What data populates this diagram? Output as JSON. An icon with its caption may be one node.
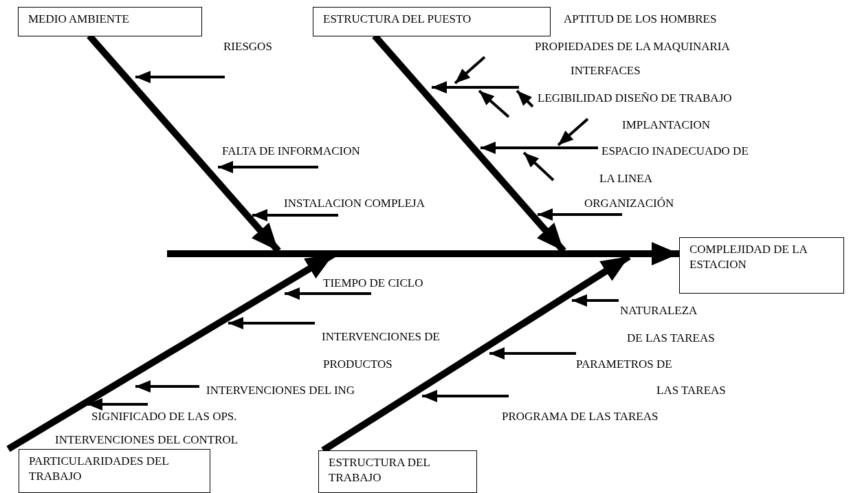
{
  "diagram": {
    "nodes": [
      {
        "text": [
          "MEDIO AMBIENTE"
        ]
      },
      {
        "text": [
          "ESTRUCTURA DEL PUESTO"
        ]
      },
      {
        "text": [
          "COMPLEJIDAD DE LA ESTACION"
        ]
      },
      {
        "text": [
          "PARTICULARIDADES DEL TRABAJO"
        ]
      },
      {
        "text": [
          "ESTRUCTURA DEL TRABAJO"
        ]
      }
    ],
    "edges": [
      {
        "from": null,
        "to": 2,
        "arrow": "to"
      },
      {
        "from": 0,
        "to": null,
        "arrow": "to"
      },
      {
        "from": 1,
        "to": null,
        "arrow": "to"
      },
      {
        "from": 3,
        "to": null,
        "arrow": "to"
      },
      {
        "from": 4,
        "to": null,
        "arrow": "to"
      }
    ],
    "labels": [
      "APTITUD DE LOS HOMBRES",
      "RIESGOS",
      "PROPIEDADES DE LA MAQUINARIA",
      "INTERFACES",
      "LEGIBILIDAD DISEÑO DE TRABAJO",
      "IMPLANTACION",
      "FALTA DE INFORMACION",
      "ESPACIO INADECUADO DE",
      "LA LINEA",
      "INSTALACION COMPLEJA",
      "ORGANIZACIÓN",
      "TIEMPO DE CICLO",
      "NATURALEZA",
      "INTERVENCIONES DE",
      "DE LAS TAREAS",
      "PRODUCTOS",
      "PARAMETROS DE",
      "INTERVENCIONES DEL ING",
      "LAS TAREAS",
      "SIGNIFICADO DE LAS OPS.",
      "PROGRAMA DE LAS TAREAS",
      "INTERVENCIONES DEL CONTROL"
    ]
  }
}
